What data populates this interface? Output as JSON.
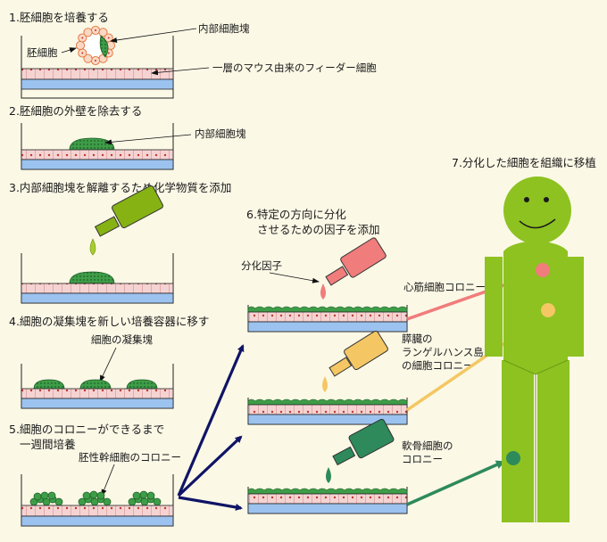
{
  "steps": {
    "s1": "1.胚細胞を培養する",
    "s2": "2.胚細胞の外壁を除去する",
    "s3": "3.内部細胞塊を解離するため化学物質を添加",
    "s4": "4.細胞の凝集塊を新しい培養容器に移す",
    "s5_line1": "5.細胞のコロニーができるまで",
    "s5_line2": "一週間培養",
    "s6_line1": "6.特定の方向に分化",
    "s6_line2": "させるための因子を添加",
    "s7": "7.分化した細胞を組織に移植"
  },
  "labels": {
    "inner_mass_1": "内部細胞塊",
    "embryo_cell": "胚細胞",
    "feeder": "一層のマウス由来のフィーダー細胞",
    "inner_mass_2": "内部細胞塊",
    "aggregate": "細胞の凝集塊",
    "es_colony": "胚性幹細胞のコロニー",
    "diff_factor": "分化因子",
    "heart_line1": "心筋細胞コロニー",
    "pancreas_line1": "膵臓の",
    "pancreas_line2": "ランゲルハンス島",
    "pancreas_line3": "の細胞コロニー",
    "cartilage_line1": "軟骨細胞の",
    "cartilage_line2": "コロニー"
  },
  "colors": {
    "background": "#fbf8e6",
    "feeder_pink": "#f5d3d3",
    "plate_blue": "#9cc3ef",
    "colony_green": "#3e9d48",
    "arrow_navy": "#0f1466",
    "heart_pink": "#f07c7c",
    "pancreas_yellow": "#f4c764",
    "cartilage_green": "#2e8a5b",
    "body_green": "#8dc220",
    "chem_green": "#86b214"
  }
}
